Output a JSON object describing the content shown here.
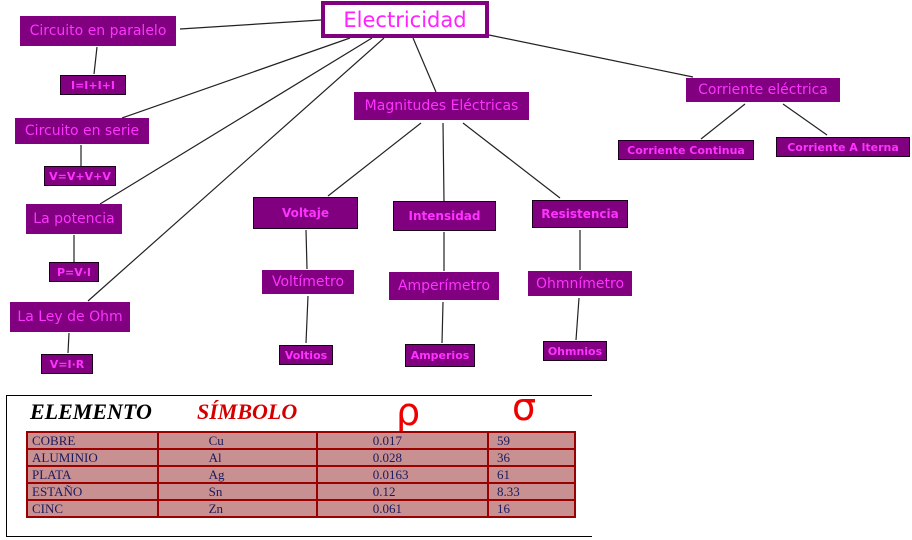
{
  "diagram": {
    "root": "Electricidad",
    "left_branches": [
      {
        "label": "Circuito en paralelo",
        "formula": "I=I+I+I"
      },
      {
        "label": "Circuito en serie",
        "formula": "V=V+V+V"
      },
      {
        "label": "La potencia",
        "formula": "P=V·I"
      },
      {
        "label": "La Ley de Ohm",
        "formula": "V=I·R"
      }
    ],
    "magnitudes": {
      "label": "Magnitudes Eléctricas",
      "children": [
        {
          "label": "Voltaje",
          "instrument": "Voltímetro",
          "unit": "Voltios"
        },
        {
          "label": "Intensidad",
          "instrument": "Amperímetro",
          "unit": "Amperios"
        },
        {
          "label": "Resistencia",
          "instrument": "Ohmnímetro",
          "unit": "Ohmnios"
        }
      ]
    },
    "corriente": {
      "label": "Corriente eléctrica",
      "children": [
        "Corriente Continua",
        "Corriente A lterna"
      ]
    }
  },
  "table": {
    "headers": [
      "ELEMENTO",
      "SÍMBOLO",
      "ρ",
      "σ"
    ],
    "rows": [
      [
        "COBRE",
        "Cu",
        "0.017",
        "59"
      ],
      [
        "ALUMINIO",
        "Al",
        "0.028",
        "36"
      ],
      [
        "PLATA",
        "Ag",
        "0.0163",
        "61"
      ],
      [
        "ESTAÑO",
        "Sn",
        "0.12",
        "8.33"
      ],
      [
        "CINC",
        "Zn",
        "0.061",
        "16"
      ]
    ]
  },
  "colors": {
    "node_bg": "#800080",
    "node_text": "#ff33ff",
    "header_red": "#d40000",
    "cell_bg": "#c89090"
  }
}
